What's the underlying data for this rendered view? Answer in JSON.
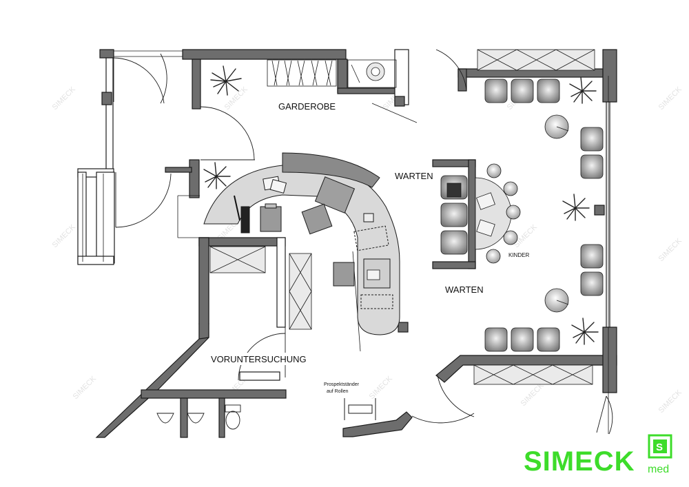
{
  "rooms": {
    "garderobe": "GARDEROBE",
    "warten_top": "WARTEN",
    "warten_bottom": "WARTEN",
    "kinder": "KINDER",
    "voruntersuchung": "VORUNTERSUCHUNG"
  },
  "annotations": {
    "prospekt_line1": "Prospektständer",
    "prospekt_line2": "auf Rollen"
  },
  "brand": {
    "name": "SIMECK",
    "sub": "med",
    "badge_letter": "S",
    "watermark": "SIMECK",
    "color": "#3ddc2a"
  },
  "colors": {
    "wall": "#1a1a1a",
    "wall_fill": "#6d6d6d",
    "furniture": "#d9d9d9",
    "chair": "#9a9a9a"
  }
}
